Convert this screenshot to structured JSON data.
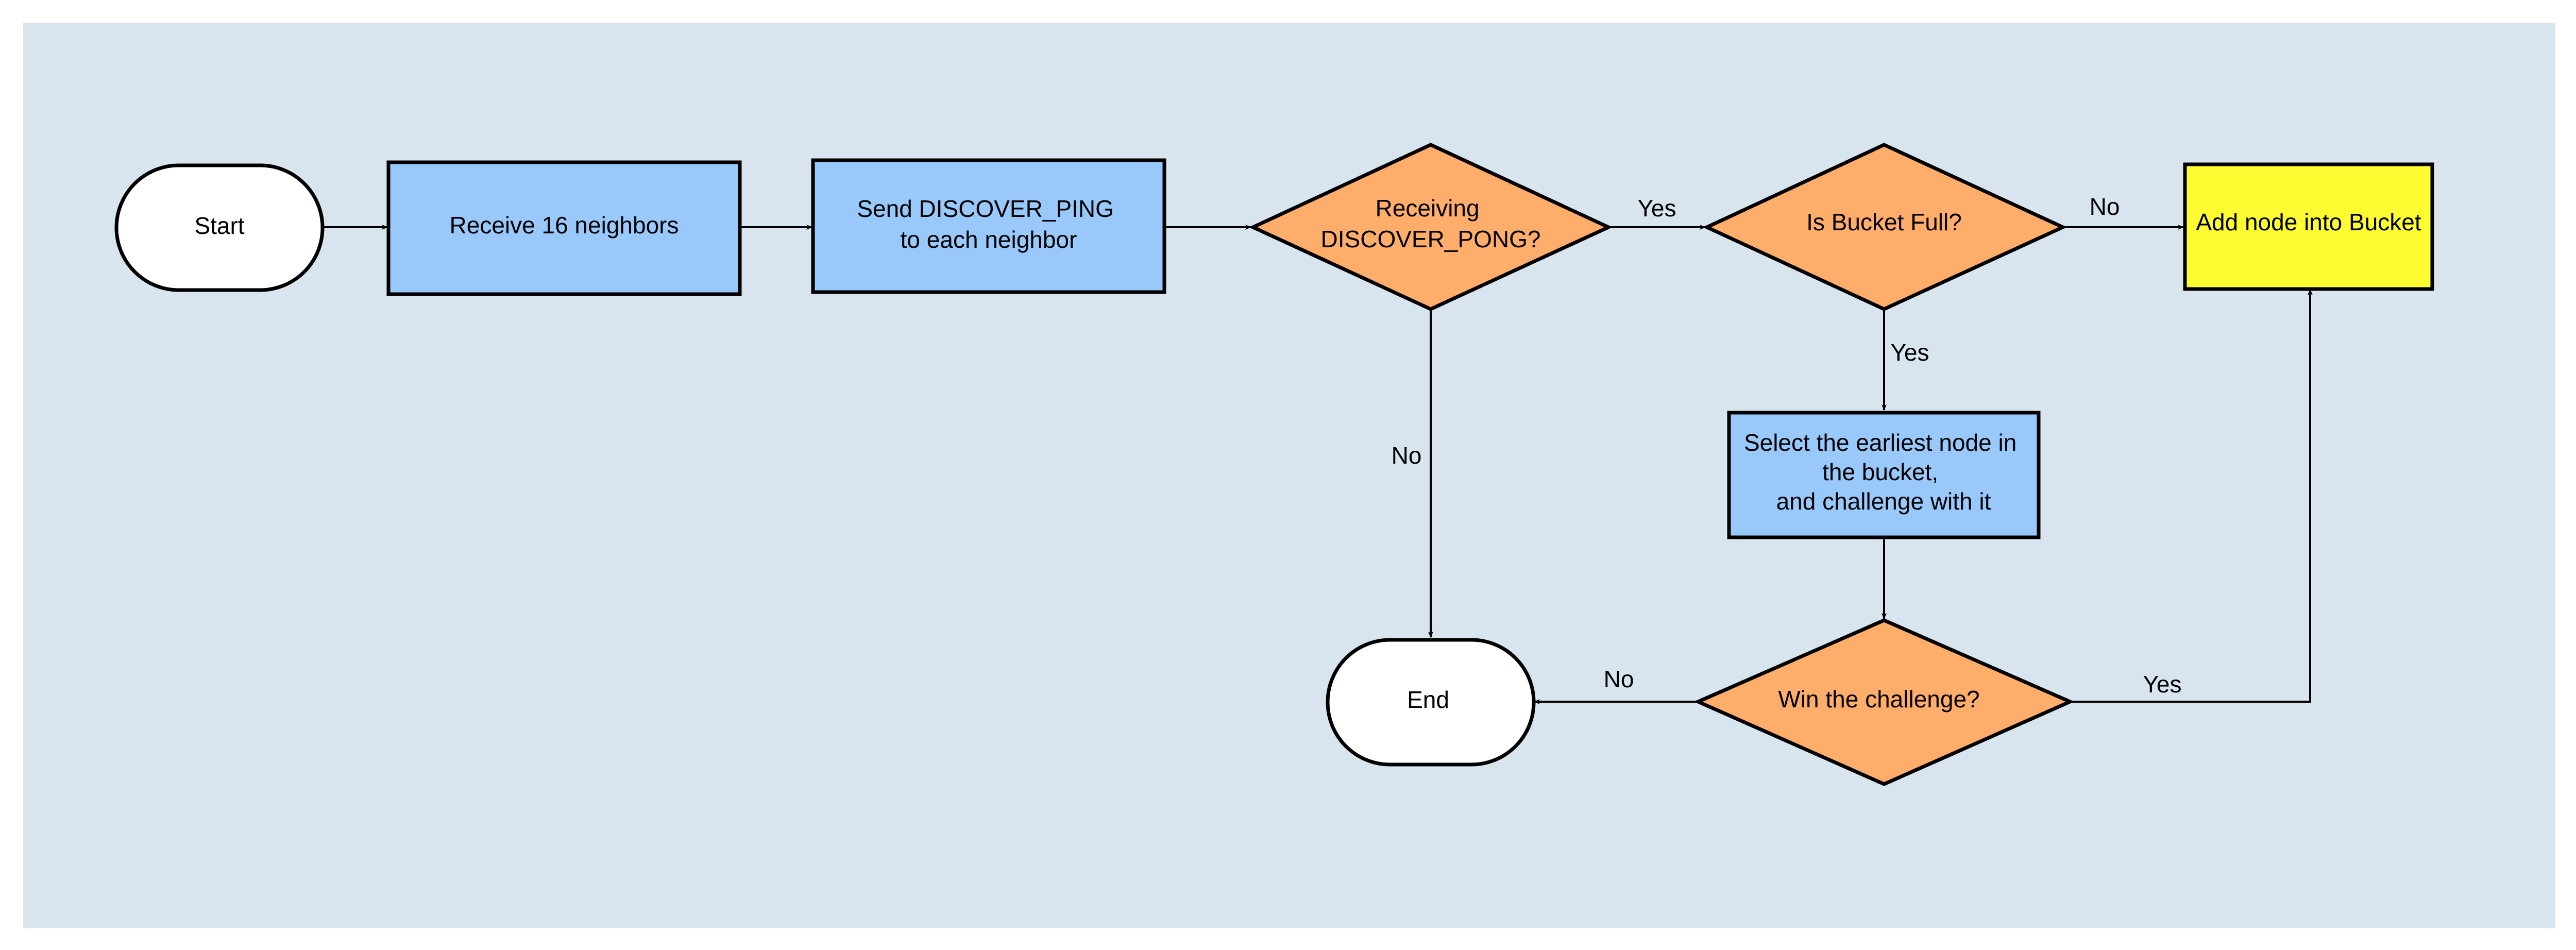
{
  "colors": {
    "background": "#d8e4ee",
    "terminal": "#ffffff",
    "process": "#99c9fb",
    "decision": "#ffad6b",
    "highlight": "#fdfc33"
  },
  "nodes": {
    "start": {
      "lines": [
        "Start"
      ]
    },
    "receive_neighbors": {
      "lines": [
        "Receive 16 neighbors"
      ]
    },
    "send_ping": {
      "lines": [
        "Send DISCOVER_PING",
        "to each neighbor"
      ]
    },
    "receiving_pong": {
      "lines": [
        "Receiving",
        "DISCOVER_PONG?"
      ]
    },
    "bucket_full": {
      "lines": [
        "Is Bucket Full?"
      ]
    },
    "add_node": {
      "lines": [
        "Add node into Bucket"
      ]
    },
    "select_earliest": {
      "lines": [
        "Select the earliest node in",
        "the bucket,",
        "and challenge with it"
      ]
    },
    "win_challenge": {
      "lines": [
        "Win the challenge?"
      ]
    },
    "end": {
      "lines": [
        "End"
      ]
    }
  },
  "edges": {
    "pong_yes": "Yes",
    "bucket_no": "No",
    "bucket_yes": "Yes",
    "pong_no": "No",
    "win_no": "No",
    "win_yes": "Yes"
  }
}
